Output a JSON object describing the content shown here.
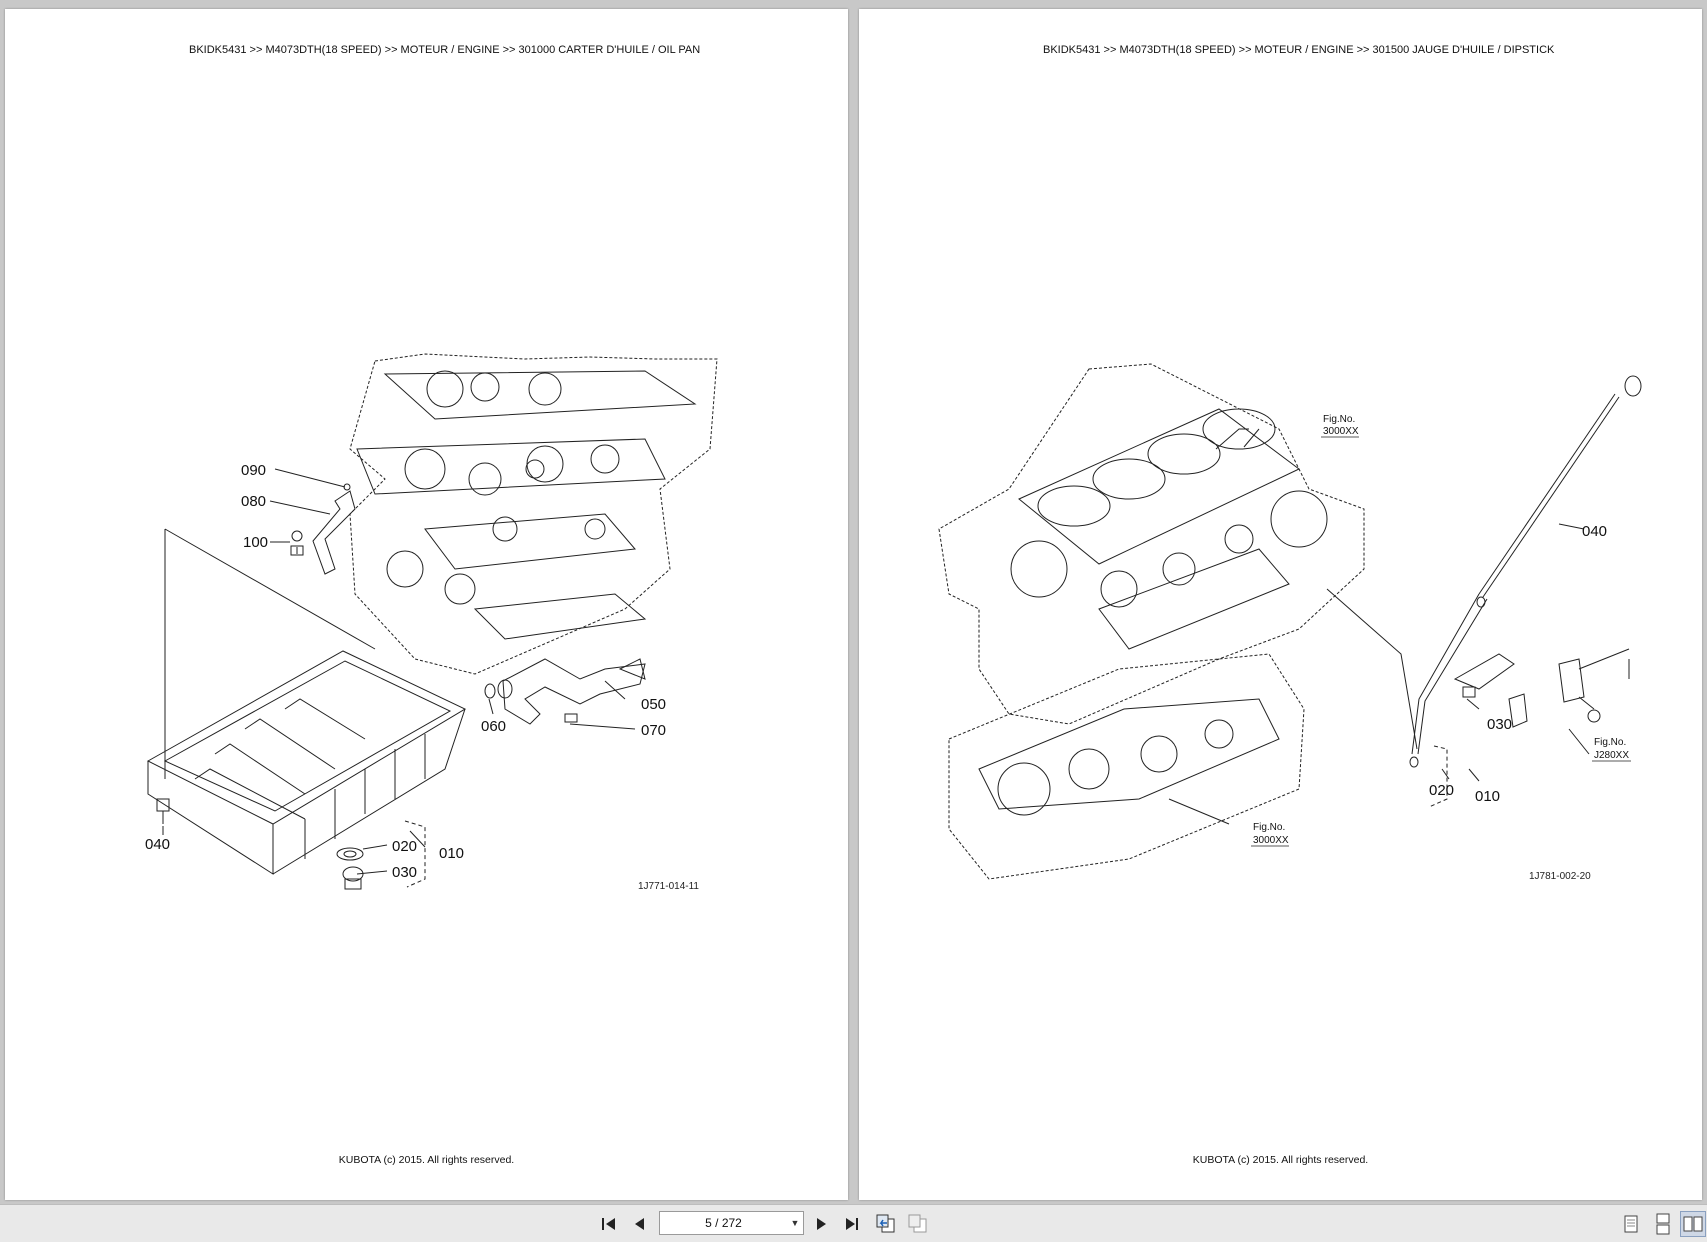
{
  "left_page": {
    "header": "BKIDK5431 >> M4073DTH(18 SPEED) >> MOTEUR / ENGINE >> 301000   CARTER D'HUILE / OIL PAN",
    "footer": "KUBOTA (c) 2015. All rights reserved.",
    "drawing_code": "1J771-014-11",
    "callouts": {
      "c090": "090",
      "c080": "080",
      "c100": "100",
      "c050": "050",
      "c060": "060",
      "c070": "070",
      "c040": "040",
      "c020": "020",
      "c010": "010",
      "c030": "030"
    }
  },
  "right_page": {
    "header": "BKIDK5431 >> M4073DTH(18 SPEED) >> MOTEUR / ENGINE >> 301500   JAUGE D'HUILE / DIPSTICK",
    "footer": "KUBOTA (c) 2015. All rights reserved.",
    "drawing_code": "1J781-002-20",
    "callouts": {
      "c040": "040",
      "c030": "030",
      "c020": "020",
      "c010": "010"
    },
    "fig_refs": {
      "fig1_label": "Fig.No.",
      "fig1_value": "3000XX",
      "fig2_label": "Fig.No.",
      "fig2_value": "J280XX",
      "fig3_label": "Fig.No.",
      "fig3_value": "3000XX"
    }
  },
  "toolbar": {
    "page_indicator": "5 / 272",
    "icons": [
      "first-page-icon",
      "prev-page-icon",
      "next-page-icon",
      "last-page-icon",
      "go-back-icon",
      "go-forward-icon",
      "single-page-view-icon",
      "continuous-view-icon",
      "two-page-view-icon"
    ]
  }
}
